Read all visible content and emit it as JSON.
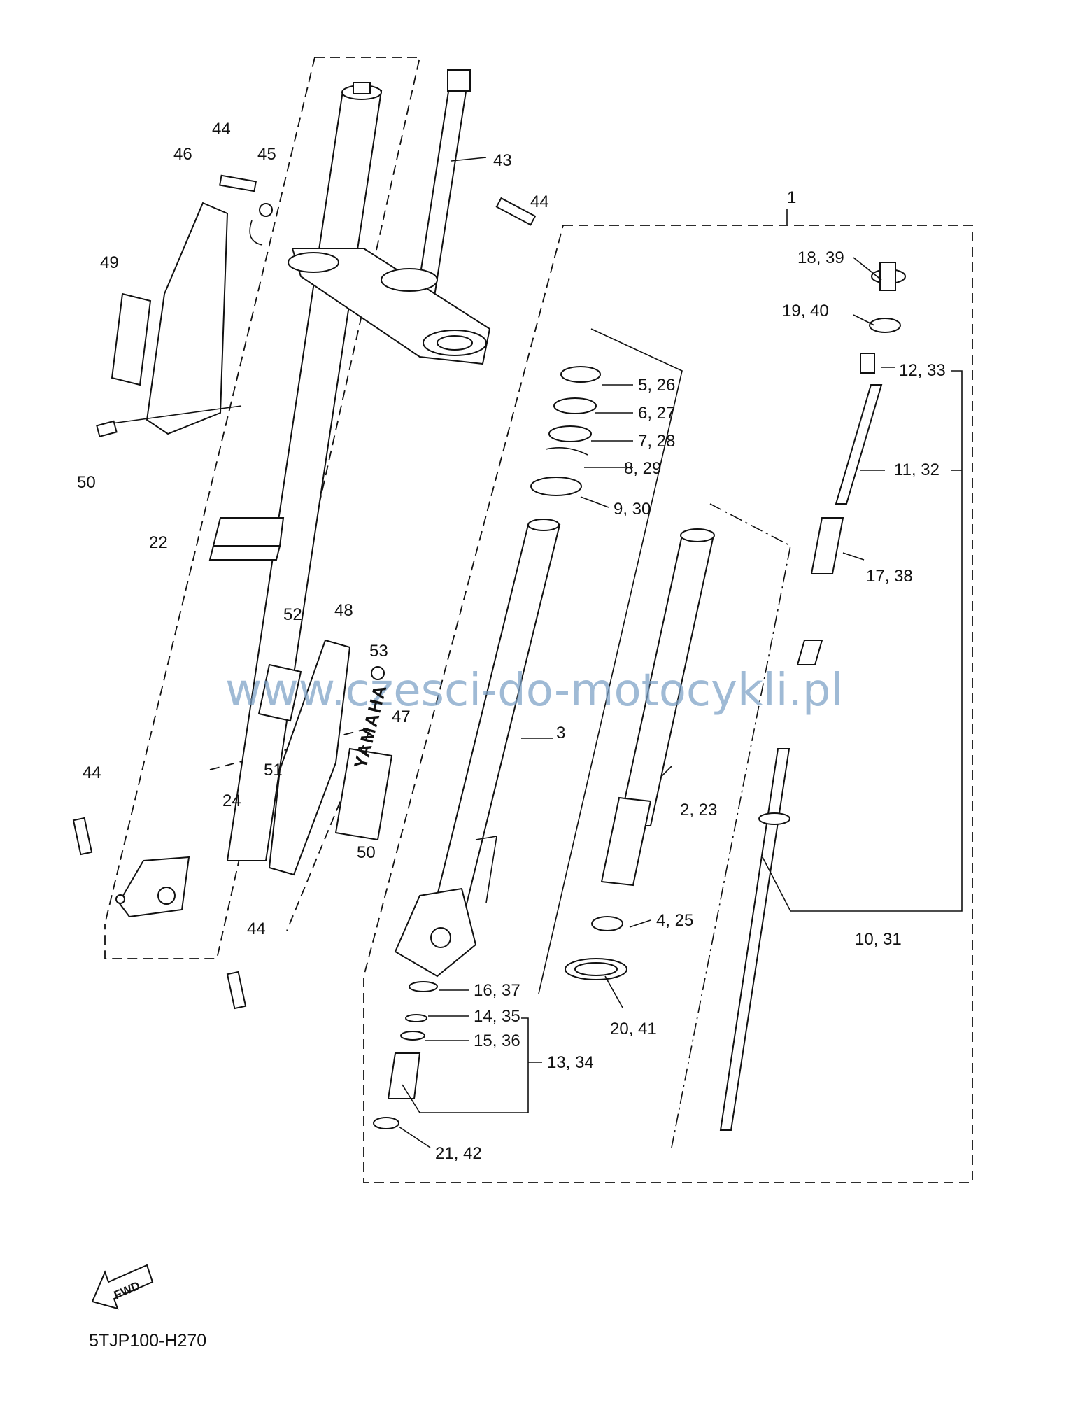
{
  "diagram": {
    "part_code": "5TJP100-H270",
    "watermark": "www.czesci-do-motocykli.pl",
    "fwd_label": "FWD",
    "brand_decal": "YAMAHA",
    "labels": {
      "l1": "1",
      "l3": "3",
      "l22": "22",
      "l24": "24",
      "l43": "43",
      "l44a": "44",
      "l44b": "44",
      "l44c": "44",
      "l44d": "44",
      "l45": "45",
      "l46": "46",
      "l47": "47",
      "l48": "48",
      "l49": "49",
      "l50a": "50",
      "l50b": "50",
      "l51": "51",
      "l52": "52",
      "l53": "53",
      "l18_39": "18, 39",
      "l19_40": "19, 40",
      "l12_33": "12, 33",
      "l11_32": "11, 32",
      "l17_38": "17, 38",
      "l10_31": "10, 31",
      "l5_26": "5, 26",
      "l6_27": "6, 27",
      "l7_28": "7, 28",
      "l8_29": "8, 29",
      "l9_30": "9, 30",
      "l2_23": "2, 23",
      "l4_25": "4, 25",
      "l20_41": "20, 41",
      "l16_37": "16, 37",
      "l14_35": "14, 35",
      "l15_36": "15, 36",
      "l13_34": "13, 34",
      "l21_42": "21, 42"
    }
  }
}
